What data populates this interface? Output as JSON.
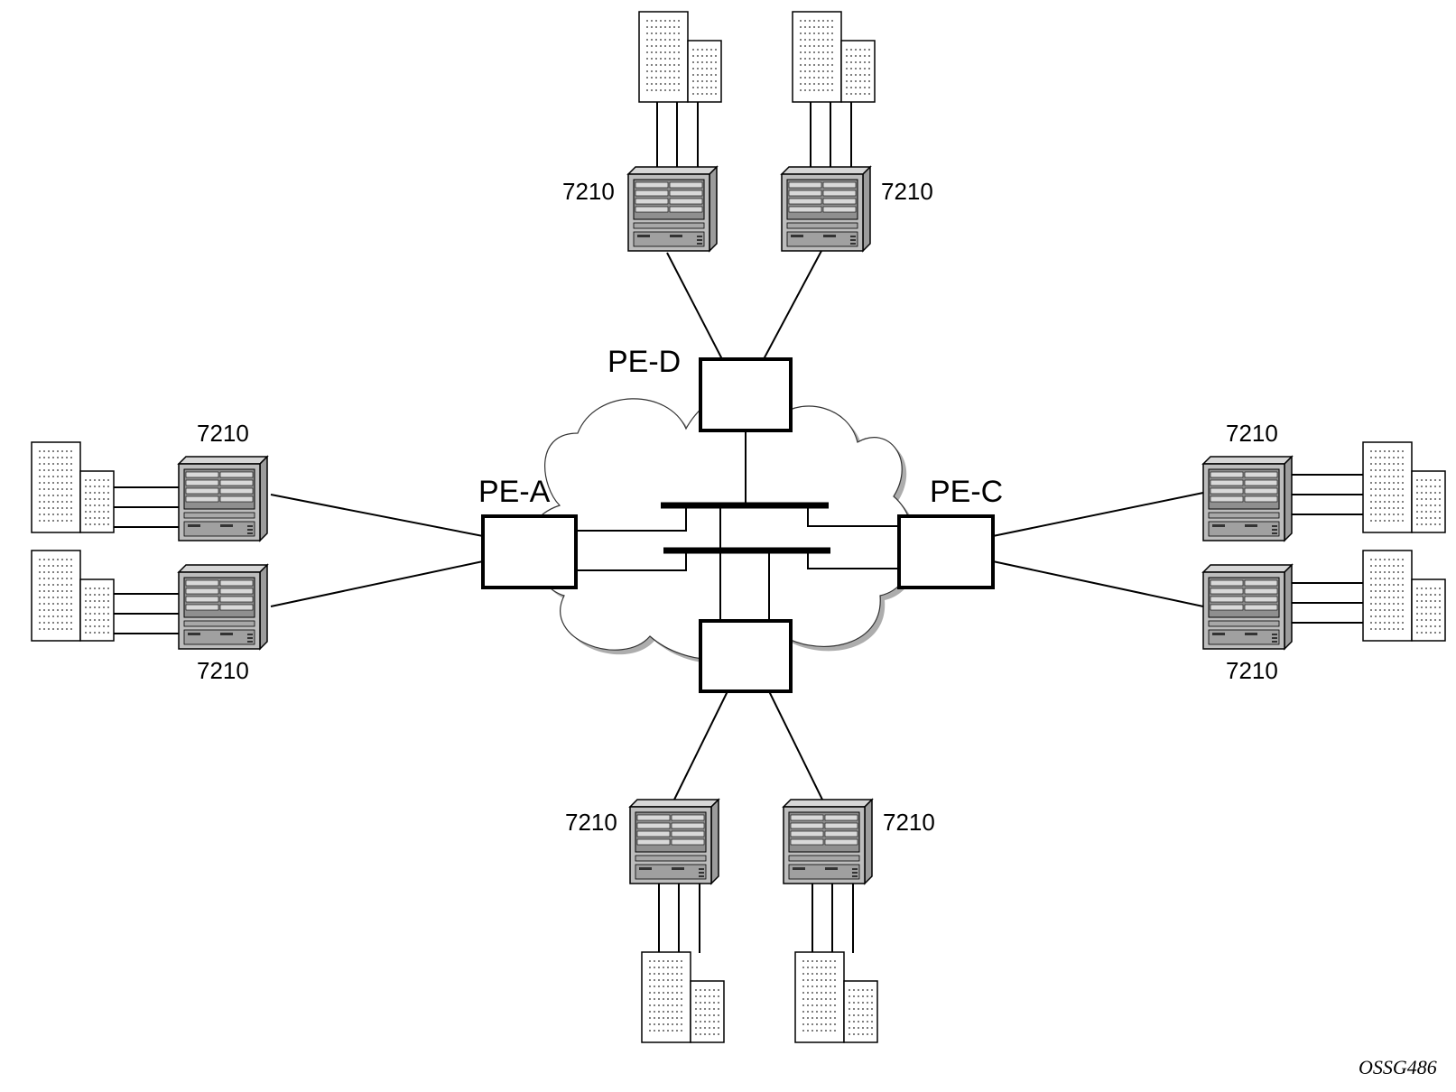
{
  "pe_routers": [
    {
      "id": "pe-a",
      "label": "PE-A"
    },
    {
      "id": "pe-c",
      "label": "PE-C"
    },
    {
      "id": "pe-d",
      "label": "PE-D"
    },
    {
      "id": "pe-b",
      "label": ""
    }
  ],
  "devices": [
    {
      "id": "top-left",
      "label": "7210"
    },
    {
      "id": "top-right",
      "label": "7210"
    },
    {
      "id": "left-top",
      "label": "7210"
    },
    {
      "id": "left-bottom",
      "label": "7210"
    },
    {
      "id": "right-top",
      "label": "7210"
    },
    {
      "id": "right-bottom",
      "label": "7210"
    },
    {
      "id": "bottom-left",
      "label": "7210"
    },
    {
      "id": "bottom-right",
      "label": "7210"
    }
  ],
  "figure_id": "OSSG486",
  "icons": {
    "switch": "switch-7210-icon",
    "building": "office-building-icon",
    "cloud": "network-cloud"
  }
}
